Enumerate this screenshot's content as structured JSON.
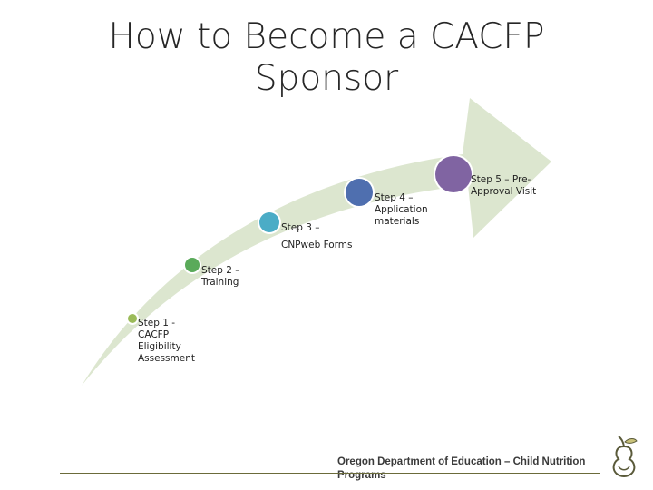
{
  "title": {
    "line1": "How to Become a CACFP",
    "line2": "Sponsor"
  },
  "steps": [
    {
      "label_lines": [
        "Step 1 -",
        "CACFP",
        "Eligibility",
        "Assessment"
      ],
      "color": "#9bbb59"
    },
    {
      "label_lines": [
        "Step 2 –",
        "Training"
      ],
      "color": "#5aaa5a"
    },
    {
      "label_lines": [
        "Step 3 –",
        "",
        "CNPweb Forms"
      ],
      "color": "#4bacc6"
    },
    {
      "label_lines": [
        "Step 4 –",
        "Application",
        "materials"
      ],
      "color": "#4f6faf"
    },
    {
      "label_lines": [
        "Step 5 – Pre-",
        "Approval Visit"
      ],
      "color": "#8064a2"
    }
  ],
  "arrow_color": "#dce6cf",
  "footer": {
    "text": "Oregon Department of Education – Child Nutrition Programs",
    "logo_icon": "pear-logo-icon"
  }
}
